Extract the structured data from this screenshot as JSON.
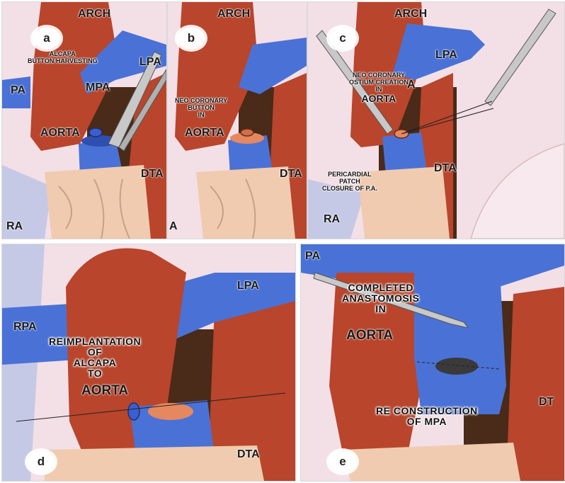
{
  "colors": {
    "aorta": "#b8452c",
    "pulmonary": "#4a72d6",
    "background": "#f3dfe6",
    "tissue": "#f0cbb0",
    "shadow": "#4a2a18"
  },
  "panels": {
    "a": {
      "letter": "a",
      "labels": {
        "arch": "ARCH",
        "pa": "PA",
        "lpa": "LPA",
        "mpa": "MPA",
        "aorta": "AORTA",
        "dta": "DTA",
        "ra": "RA",
        "note_line1": "ALCAPA",
        "note_line2": "BUTTON HARVESTING"
      }
    },
    "b": {
      "letter": "b",
      "labels": {
        "arch": "ARCH",
        "aorta": "AORTA",
        "dta": "DTA",
        "a": "A",
        "note_line1": "NEO CORONARY",
        "note_line2": "BUTTON",
        "note_line3": "IN"
      }
    },
    "c": {
      "letter": "c",
      "labels": {
        "arch": "ARCH",
        "lpa": "LPA",
        "a": "A",
        "dta": "DTA",
        "ra": "RA",
        "note_line1": "NEO CORONARY",
        "note_line2": "OSTIUM CREATION",
        "note_line3": "IN",
        "note_line4": "AORTA",
        "patch_line1": "PERICARDIAL",
        "patch_line2": "PATCH",
        "patch_line3": "CLOSURE OF P.A."
      }
    },
    "d": {
      "letter": "d",
      "labels": {
        "lpa": "LPA",
        "rpa": "RPA",
        "dta": "DTA",
        "note_line1": "REIMPLANTATION",
        "note_line2": "OF",
        "note_line3": "ALCAPA",
        "note_line4": "TO",
        "aorta": "AORTA"
      }
    },
    "e": {
      "letter": "e",
      "labels": {
        "pa": "PA",
        "dt": "DT",
        "note_line1": "COMPLETED",
        "note_line2": "ANASTOMOSIS",
        "note_line3": "IN",
        "aorta": "AORTA",
        "recon_line1": "RE CONSTRUCTION",
        "recon_line2": "OF MPA"
      }
    }
  }
}
